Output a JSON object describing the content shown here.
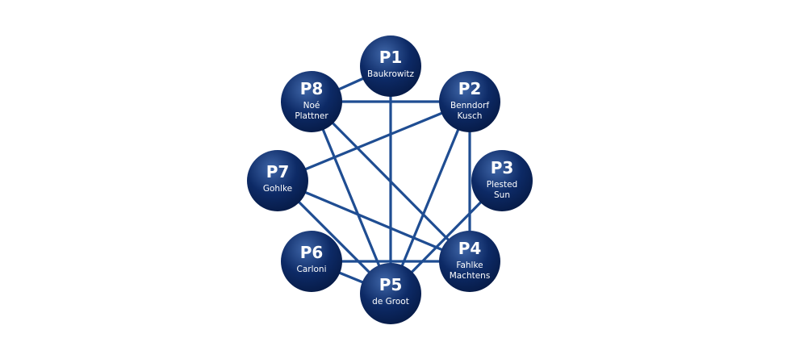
{
  "colors": {
    "node_fill": "#0d2a66",
    "node_highlight": "#3f66a8",
    "node_shadow": "#061a45",
    "edge": "#1f4d92",
    "text": "#ffffff"
  },
  "nodes": [
    {
      "id": "P1",
      "names": [
        "Baukrowitz"
      ]
    },
    {
      "id": "P2",
      "names": [
        "Benndorf",
        "Kusch"
      ]
    },
    {
      "id": "P3",
      "names": [
        "Plested",
        "Sun"
      ]
    },
    {
      "id": "P4",
      "names": [
        "Fahlke",
        "Machtens"
      ]
    },
    {
      "id": "P5",
      "names": [
        "de Groot"
      ]
    },
    {
      "id": "P6",
      "names": [
        "Carloni"
      ]
    },
    {
      "id": "P7",
      "names": [
        "Gohlke"
      ]
    },
    {
      "id": "P8",
      "names": [
        "Noé",
        "Plattner"
      ]
    }
  ],
  "edges": [
    [
      "P1",
      "P8"
    ],
    [
      "P1",
      "P5"
    ],
    [
      "P2",
      "P8"
    ],
    [
      "P2",
      "P7"
    ],
    [
      "P2",
      "P4"
    ],
    [
      "P2",
      "P5"
    ],
    [
      "P3",
      "P5"
    ],
    [
      "P8",
      "P5"
    ],
    [
      "P8",
      "P4"
    ],
    [
      "P7",
      "P5"
    ],
    [
      "P7",
      "P4"
    ],
    [
      "P6",
      "P4"
    ],
    [
      "P6",
      "P5"
    ]
  ]
}
